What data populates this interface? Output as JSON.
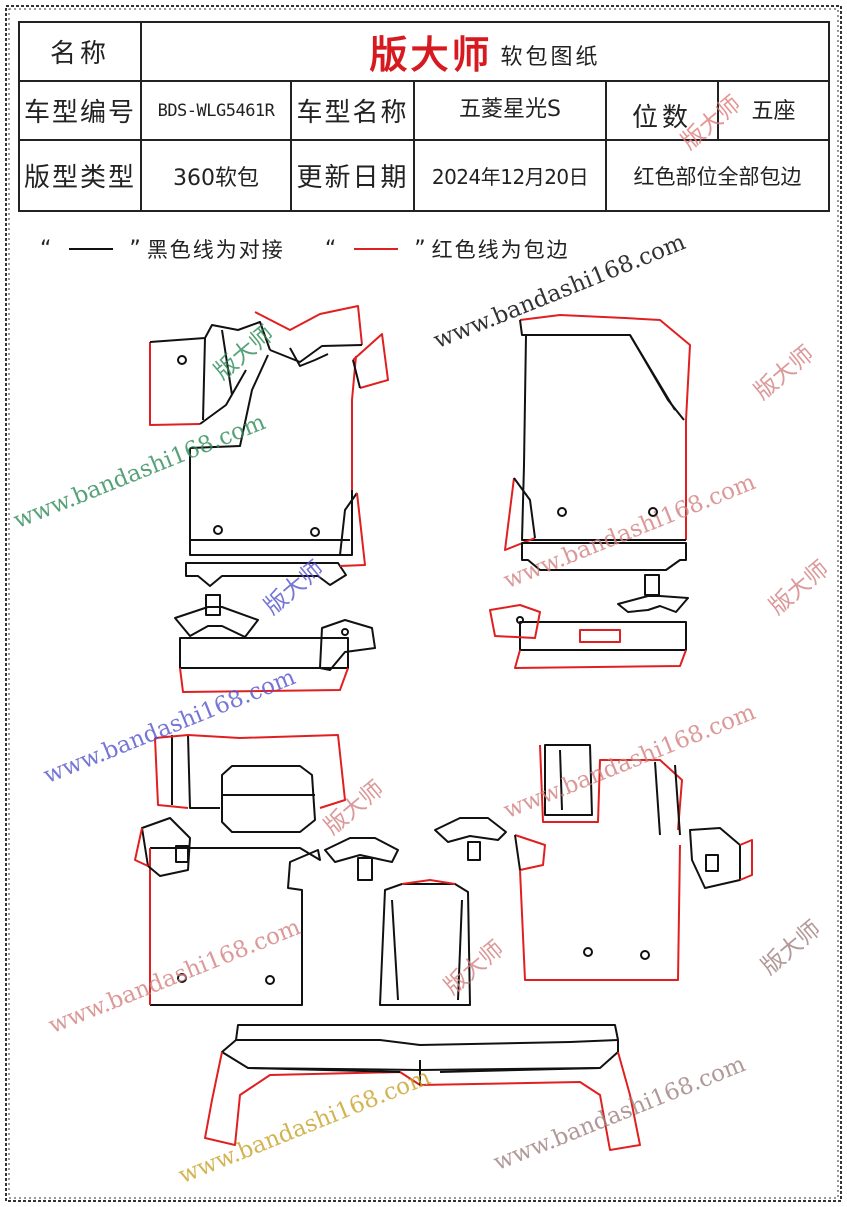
{
  "header": {
    "name_label": "名称",
    "brand": "版大师",
    "brand_suffix": "软包图纸",
    "model_code_label": "车型编号",
    "model_code": "BDS-WLG5461R",
    "model_name_label": "车型名称",
    "model_name": "五菱星光S",
    "seats_label": "位数",
    "seats": "五座",
    "pattern_type_label": "版型类型",
    "pattern_type": "360软包",
    "update_date_label": "更新日期",
    "update_date": "2024年12月20日",
    "edge_note": "红色部位全部包边"
  },
  "legend": {
    "open_quote": "“",
    "close_quote": "”",
    "black_text": "黑色线为对接",
    "red_text": "红色线为包边",
    "black_color": "#111111",
    "red_color": "#e02020"
  },
  "watermark": {
    "site": "www.bandashi168.com",
    "brand": "版大师",
    "colors": [
      "#e07a7a",
      "#2e8b57",
      "#5555cc",
      "#c9a227",
      "#d4a017"
    ]
  },
  "pattern": {
    "line_color": "#111111",
    "edge_color": "#e02020",
    "border_color": "#333333"
  }
}
